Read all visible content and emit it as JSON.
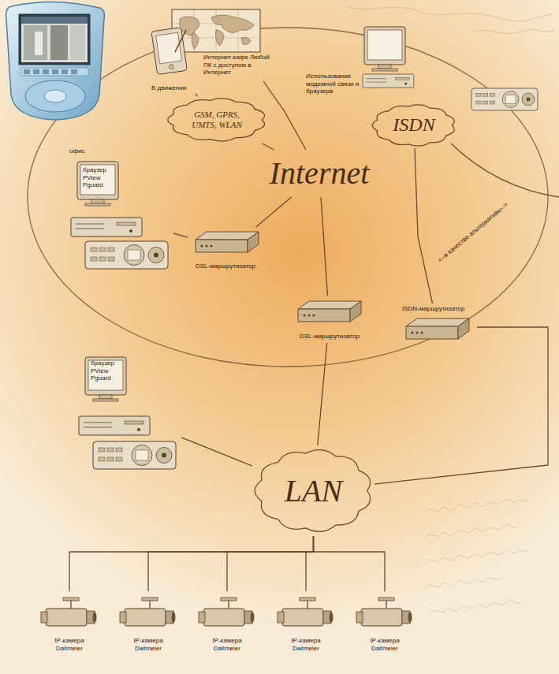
{
  "diagram": {
    "nodes": [
      {
        "text": [
          "В движении"
        ]
      },
      {
        "text": [
          "Интернет-кафе Любой ПК с доступом в Интернет"
        ]
      },
      {
        "text": [
          "Использование модемной связи и браузера"
        ]
      },
      {
        "text": [
          "GSM, GPRS, UMTS, WLAN"
        ]
      },
      {
        "text": [
          "ISDN"
        ]
      },
      {
        "text": [
          "браузер PView Pguard"
        ]
      },
      {
        "text": [
          "Internet"
        ]
      },
      {
        "text": [
          "DSL-маршрутизатор"
        ]
      },
      {
        "text": [
          "ISDN-маршрутизатор"
        ]
      },
      {
        "text": [
          "DSL-маршрутизатор"
        ]
      },
      {
        "text": [
          "браузер PView Pguard"
        ]
      },
      {
        "text": [
          "LAN"
        ]
      },
      {
        "text": [
          "IP-камера Dallmeier"
        ]
      },
      {
        "text": [
          "IP-камера Dallmeier"
        ]
      },
      {
        "text": [
          "IP-камера Dallmeier"
        ]
      },
      {
        "text": [
          "IP-камера Dallmeier"
        ]
      },
      {
        "text": [
          "IP-камера Dallmeier"
        ]
      }
    ],
    "edges": [
      {
        "from": 0,
        "to": 3,
        "arrow": "none"
      },
      {
        "from": 3,
        "to": 6,
        "arrow": "none"
      },
      {
        "from": 1,
        "to": 6,
        "arrow": "none"
      },
      {
        "from": 2,
        "to": 4,
        "arrow": "none"
      },
      {
        "from": 4,
        "to": 8,
        "arrow": "none"
      },
      {
        "from": 5,
        "to": 7,
        "arrow": "none"
      },
      {
        "from": 7,
        "to": 6,
        "arrow": "none"
      },
      {
        "from": 6,
        "to": 9,
        "arrow": "none"
      },
      {
        "from": 9,
        "to": 11,
        "arrow": "none"
      },
      {
        "from": 8,
        "to": 11,
        "arrow": "none"
      },
      {
        "from": 10,
        "to": 11,
        "arrow": "none"
      },
      {
        "from": 11,
        "to": 12,
        "arrow": "none"
      },
      {
        "from": 11,
        "to": 13,
        "arrow": "none"
      },
      {
        "from": 11,
        "to": 14,
        "arrow": "none"
      },
      {
        "from": 11,
        "to": 15,
        "arrow": "none"
      },
      {
        "from": 11,
        "to": 16,
        "arrow": "none"
      }
    ],
    "labels": [
      "офис",
      "<--в качестве альтернативы-->"
    ]
  }
}
